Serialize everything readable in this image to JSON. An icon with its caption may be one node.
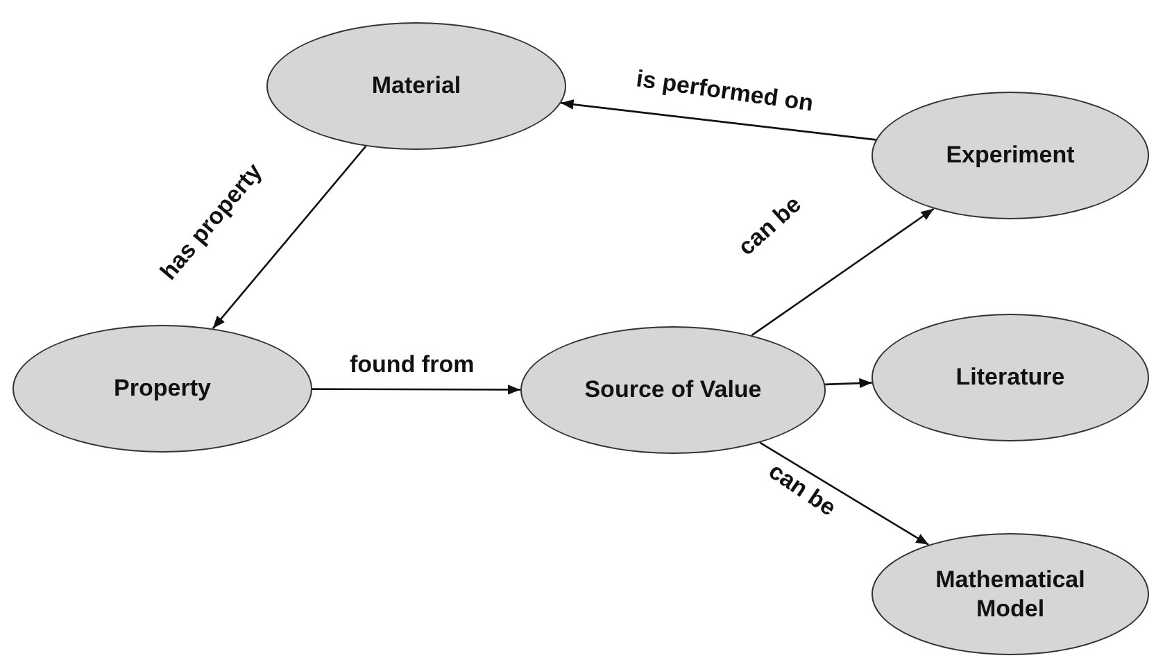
{
  "diagram": {
    "nodes": [
      {
        "text": [
          "Material"
        ]
      },
      {
        "text": [
          "Experiment"
        ]
      },
      {
        "text": [
          "Property"
        ]
      },
      {
        "text": [
          "Source of Value"
        ]
      },
      {
        "text": [
          "Literature"
        ]
      },
      {
        "text": [
          "Mathematical Model"
        ]
      }
    ],
    "edges": [
      {
        "from": 1,
        "to": 0,
        "label": "is performed on",
        "arrow": "to"
      },
      {
        "from": 0,
        "to": 2,
        "label": "has property",
        "arrow": "to"
      },
      {
        "from": 2,
        "to": 3,
        "label": "found from",
        "arrow": "to"
      },
      {
        "from": 3,
        "to": 1,
        "label": "can be",
        "arrow": "to"
      },
      {
        "from": 3,
        "to": 4,
        "arrow": "to"
      },
      {
        "from": 3,
        "to": 5,
        "label": "can be",
        "arrow": "to"
      }
    ]
  }
}
